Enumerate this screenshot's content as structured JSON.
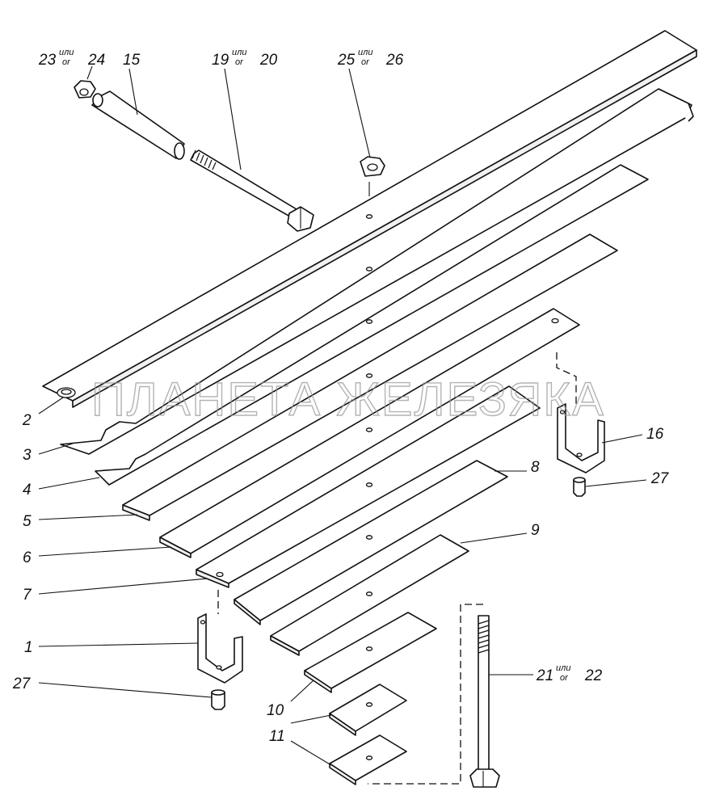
{
  "watermark": "ПЛАНЕТА ЖЕЛЕЗЯКА",
  "labels": {
    "l1": "1",
    "l2": "2",
    "l3": "3",
    "l4": "4",
    "l5": "5",
    "l6": "6",
    "l7": "7",
    "l8": "8",
    "l9": "9",
    "l10": "10",
    "l11": "11",
    "l15": "15",
    "l16": "16",
    "l27a": "27",
    "l27b": "27"
  },
  "compound_labels": {
    "c23": {
      "a": "23",
      "alt_top": "или",
      "alt_bottom": "or",
      "b": "24"
    },
    "c19": {
      "a": "19",
      "alt_top": "или",
      "alt_bottom": "or",
      "b": "20"
    },
    "c25": {
      "a": "25",
      "alt_top": "или",
      "alt_bottom": "or",
      "b": "26"
    },
    "c21": {
      "a": "21",
      "alt_top": "или",
      "alt_bottom": "or",
      "b": "22"
    }
  }
}
